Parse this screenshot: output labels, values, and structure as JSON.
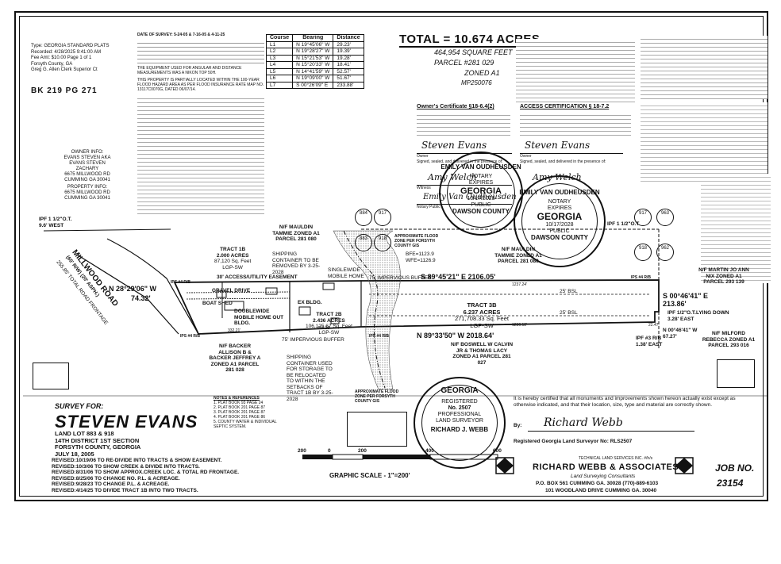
{
  "recording": {
    "type": "Type: GEORGIA STANDARD PLATS",
    "recorded": "Recorded: 4/28/2025 9:41:00 AM",
    "fee": "Fee Amt: $10.00 Page 1 of 1",
    "county": "Forsyth County, GA",
    "clerk": "Greg G. Allen Clerk Superior Ct",
    "book_page": "BK 219 PG 271"
  },
  "header_notes": {
    "dates": "DATE OF SURVEY: 5-24-05 & 7-16-05 & 4-11-25",
    "equipment": "THE EQUIPMENT USED FOR ANGULAR AND DISTANCE MEASUREMENTS WAS A NIKON TOP 50H.",
    "flood": "THIS PROPERTY IS PARTIALLY LOCATED WITHIN THE 100-YEAR FLOOD HAZARD AREA AS PER FLOOD INSURANCE RATE MAP NO. 13117C0070G, DATED 06/07/14."
  },
  "owner_block": {
    "heading": "OWNER INFO:",
    "line1": "EVANS STEVEN AKA",
    "line2": "EVANS STEVEN",
    "line3": "ZACHARY",
    "line4": "6675 MILLWOOD RD",
    "line5": "CUMMING GA 30041",
    "prop_heading": "PROPERTY INFO:",
    "prop1": "6675 MILLWOOD RD",
    "prop2": "CUMMING GA 30041"
  },
  "course_table": {
    "headers": [
      "Course",
      "Bearing",
      "Distance"
    ],
    "rows": [
      [
        "L1",
        "N 19°45'06\" W",
        "29.23'"
      ],
      [
        "L2",
        "N 19°28'27\" W",
        "19.39'"
      ],
      [
        "L3",
        "N 15°21'53\" W",
        "19.28'"
      ],
      [
        "L4",
        "N 15°20'33\" W",
        "18.41'"
      ],
      [
        "L5",
        "N 14°41'59\" W",
        "52.57'"
      ],
      [
        "L6",
        "N 19°09'00\" W",
        "51.67'"
      ],
      [
        "L7",
        "S 00°26'09\" E",
        "233.88'"
      ]
    ]
  },
  "totals": {
    "acres": "TOTAL = 10.674 ACRES",
    "sqft": "464,954 SQUARE FEET",
    "parcel": "PARCEL #281 029",
    "zoning": "ZONED A1",
    "mp": "MP250076"
  },
  "certs": {
    "owner": "Owner's Certificate §18-6.4(2)",
    "access": "ACCESS CERTIFICATION § 18-7.2",
    "owner_label": "Owner",
    "witness_label": "Witness",
    "notary_label": "Notary Public",
    "signed": "Signed, sealed, and delivered in the presence of:",
    "sig_owner": "Steven Evans",
    "sig_witness": "Amy Welch",
    "sig_notary": "Emily Van Oudheusden"
  },
  "notary_seals": [
    {
      "name": "EMILY VAN OUDHEUSDEN",
      "notary": "NOTARY",
      "expires": "EXPIRES",
      "state": "GEORGIA",
      "date": "10/17/2028",
      "public": "PUBLIC",
      "county": "DAWSON COUNTY"
    },
    {
      "name": "EMILY VAN OUDHEUSDEN",
      "notary": "NOTARY",
      "expires": "EXPIRES",
      "state": "GEORGIA",
      "date": "10/17/2028",
      "public": "PUBLIC",
      "county": "DAWSON COUNTY"
    }
  ],
  "land_lots": [
    "884",
    "917",
    "883",
    "918",
    "917",
    "963",
    "918",
    "962"
  ],
  "plat": {
    "road": "MILLWOOD ROAD",
    "road_row": "(60' R/W) (20' ASPH.)",
    "road_frontage": "255.85' TOTAL ROAD FRONTAGE",
    "bearing_nw": "N 28°29'06\" W",
    "dist_nw": "74.32'",
    "easement": "30' ACCESS/UTILITY EASEMENT",
    "north_line": "S 89°45'21\" E 2106.05'",
    "south_line": "N 89°33'50\" W 2018.64'",
    "east1": "S 00°46'41\" E",
    "east1_dist": "213.86'",
    "east2": "N 00°46'41\" W",
    "east2_dist": "67.27'",
    "ipf1_left": "IPF 1 1/2\"O.T.",
    "ipf1_left2": "9.6' WEST",
    "ipf1_right": "IPF 1 1/2\"O.T.",
    "ipf_lying": "IPF 1/2\"O.T.LYING DOWN",
    "ipf_lying2": "3.28' EAST",
    "ipf3": "IPF #3 R/B",
    "ipf3b": "1.38' EAST",
    "bsl": "25' BSL",
    "imperv1": "75' IMPERVIOUS BUFFER",
    "imperv2": "75' IMPERVIOUS BUFFER",
    "gravel": "GRAVEL DRIVE",
    "boat": "BOAT SHED",
    "dwm": "DOUBLEWIDE MOBILE HOME OUT BLDG.",
    "exbldg": "EX BLDG.",
    "swmh": "SINGLEWIDE MOBILE HOME",
    "container": "SHIPPING CONTAINER TO BE REMOVED BY 3-25-2028",
    "container2": "SHIPPING CONTAINER USED FOR STORAGE TO BE RELOCATED TO WITHIN THE SETBACKS OF TRACT 1B BY 3-25-2028",
    "flood_label": "APPROXIMATE FLOOD ZONE PER FORSYTH COUNTY GIS",
    "bfe": "BFE=1123.9",
    "wfe": "WFE=1126.9",
    "tract1b": "TRACT 1B",
    "tract1b_ac": "2.000 ACRES",
    "tract1b_sf": "87,120 Sq. Feet",
    "tract1b_lgp": "LGP-SW",
    "tract2b": "TRACT 2B",
    "tract2b_ac": "2.436 ACRES",
    "tract2b_sf": "106,125.67 Sq. Feet",
    "tract2b_lgp": "LGP-SW",
    "tract3b": "TRACT 3B",
    "tract3b_ac": "6.237 ACRES",
    "tract3b_sf": "271,708.33 Sq. Feet",
    "tract3b_lgp": "LGP-SW",
    "d1": "1237.24'",
    "d2": "1230.18'",
    "d3": "458.28'",
    "d4": "332.21'",
    "d5": "22.47'",
    "ips": "IPS #4 R/B",
    "adj_north1": "N/F MAULDIN TAMMIE ZONED A1 PARCEL 281 080",
    "adj_north2": "N/F MAULDIN TAMMIE ZONED A1 PARCEL 281 080",
    "adj_sw": "N/F BACKER ALLISON B & BACKER JEFFREY A ZONED A1 PARCEL 281 028",
    "adj_s": "N/F BOSWELL W CALVIN JR & THOMAS LACY ZONED A1 PARCEL 281 027",
    "adj_e1": "N/F MARTIN JO ANN NIX ZONED A1 PARCEL 293 139",
    "adj_e2": "N/F MILFORD REBECCA ZONED A1 PARCEL 293 016"
  },
  "refs": {
    "heading": "NOTES & REFERENCES",
    "r1": "1. PLAT BOOK 93 PAGE 24",
    "r2": "2. PLAT BOOK 201 PAGE 87",
    "r3": "3. PLAT BOOK 201 PAGE 87",
    "r4": "4. PLAT BOOK 201 PAGE 86",
    "r5": "5. COUNTY WATER & INDIVIDUAL SEPTIC SYSTEM."
  },
  "survey": {
    "for": "SURVEY FOR:",
    "client": "STEVEN EVANS",
    "lots": "LAND LOT 883 & 918",
    "district": "14TH DISTRICT 1ST SECTION",
    "county": "FORSYTH COUNTY, GEORGIA",
    "date": "JULY 18, 2005",
    "revisions": [
      "REVISED:10/19/06 TO RE-DIVIDE INTO TRACTS & SHOW EASEMENT.",
      "REVISED:10/3/06 TO SHOW CREEK & DIVIDE INTO TRACTS.",
      "REVISED:8/31/06 TO SHOW APPROX.CREEK LOC. & TOTAL RD FRONTAGE.",
      "REVISED:8/25/06 TO CHANGE NO. P.L. & ACREAGE.",
      "REVISED:9/28/23 TO CHANGE P.L. & ACREAGE.",
      "REVISED:4/14/25 TO DIVIDE TRACT 1B INTO TWO TRACTS."
    ]
  },
  "scale": {
    "ticks": [
      "200",
      "0",
      "200",
      "400",
      "600"
    ],
    "label": "GRAPHIC SCALE - 1\"=200'"
  },
  "surveyor": {
    "seal_state": "GEORGIA",
    "seal_reg": "REGISTERED",
    "seal_no": "No. 2507",
    "seal_prof": "PROFESSIONAL",
    "seal_ls": "LAND SURVEYOR",
    "seal_name": "RICHARD J. WEBB",
    "cert": "It is hereby certified that all monuments and improvements shown hereon actually exist except as otherwise indicated, and that their location, size, type and material are correctly shown.",
    "by": "By:",
    "sig": "Richard Webb",
    "reg": "Registered Georgia Land Surveyor No: RLS2507",
    "tech": "TECHNICAL LAND SERVICES INC. #/h/s",
    "firm": "RICHARD WEBB & ASSOCIATES",
    "firm_sub": "Land Surveying Consultants",
    "addr1": "P.O. BOX 561 CUMMING GA. 30028 (770)-889-6103",
    "addr2": "101 WOODLAND DRIVE CUMMING GA. 30040",
    "job_label": "JOB NO.",
    "job_no": "23154"
  }
}
